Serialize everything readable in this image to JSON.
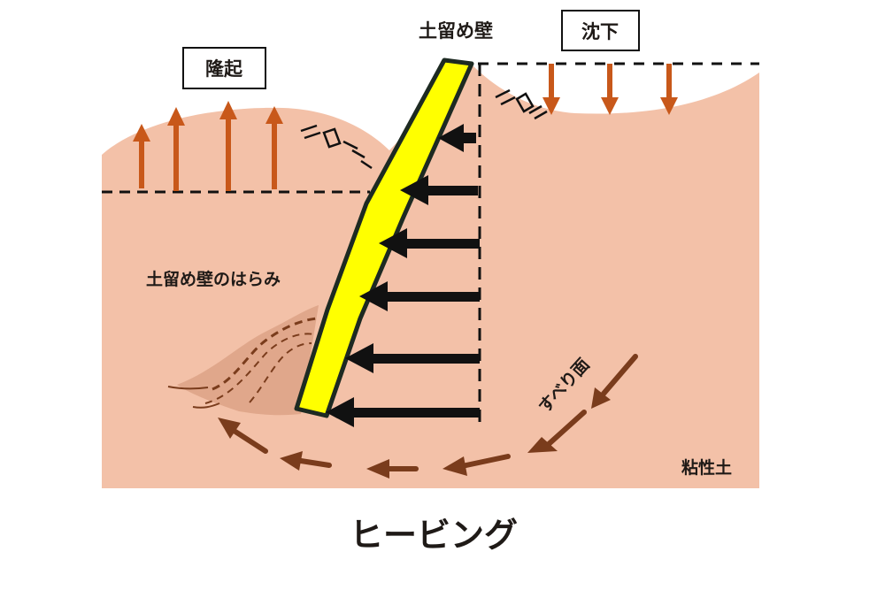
{
  "title": "ヒービング",
  "labels": {
    "wall": "土留め壁",
    "uplift": "隆起",
    "settlement": "沈下",
    "wall_bulge": "土留め壁のはらみ",
    "slip_surface": "すべり面",
    "soil_type": "粘性土"
  },
  "colors": {
    "soil": "#f3c1a8",
    "soil_dark": "#d99a7a",
    "wall_fill": "#ffff00",
    "wall_border": "#1d2a22",
    "uplift_arrow": "#c8581a",
    "slip_arrow": "#7a3c1c",
    "pressure_arrow": "#111111",
    "text": "#1f1a17",
    "background": "#ffffff"
  },
  "arrows": {
    "uplift_count": 4,
    "settlement_count": 3,
    "earth_pressure_count": 6,
    "slip_surface_segments": 6
  }
}
